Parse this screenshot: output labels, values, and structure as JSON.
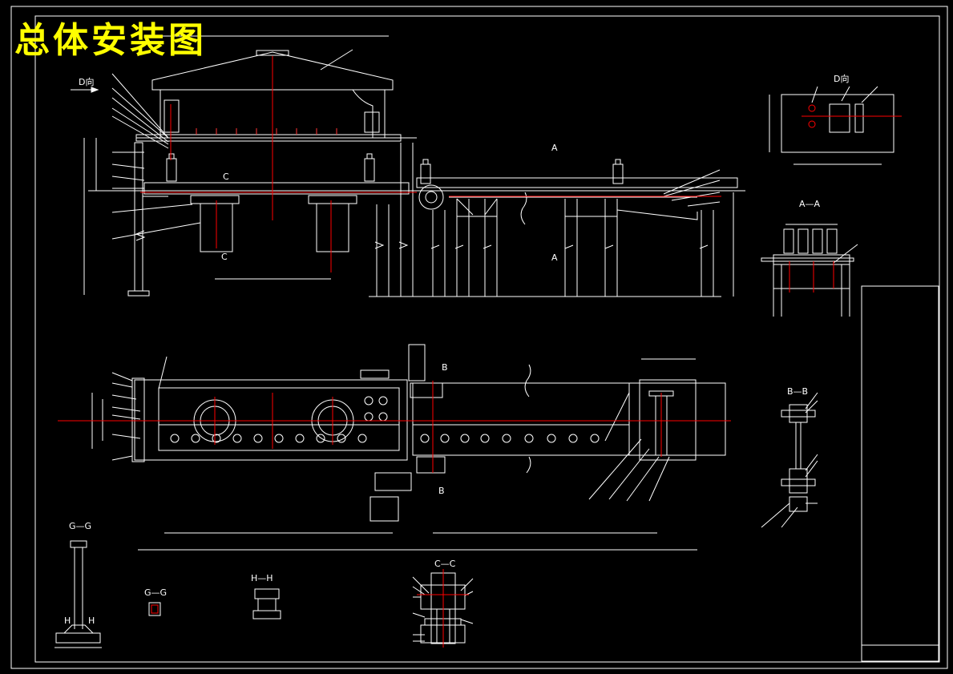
{
  "title": "总体安装图",
  "view_labels": {
    "section_aa": "A—A",
    "section_bb": "B—B",
    "section_cc": "C—C",
    "section_gg": "G—G",
    "section_gg2": "G—G",
    "section_hh": "H—H",
    "view_d": "D向",
    "view_d2": "D向",
    "cut_a_top": "A",
    "cut_a_bottom": "A",
    "cut_b_top": "B",
    "cut_b_bottom": "B",
    "cut_c_top": "C",
    "cut_c_bottom": "C",
    "h_left": "H",
    "h_right": "H"
  },
  "colors": {
    "background": "#000000",
    "title": "#ffff00",
    "line": "#ffffff",
    "center_line": "#ff0000"
  }
}
